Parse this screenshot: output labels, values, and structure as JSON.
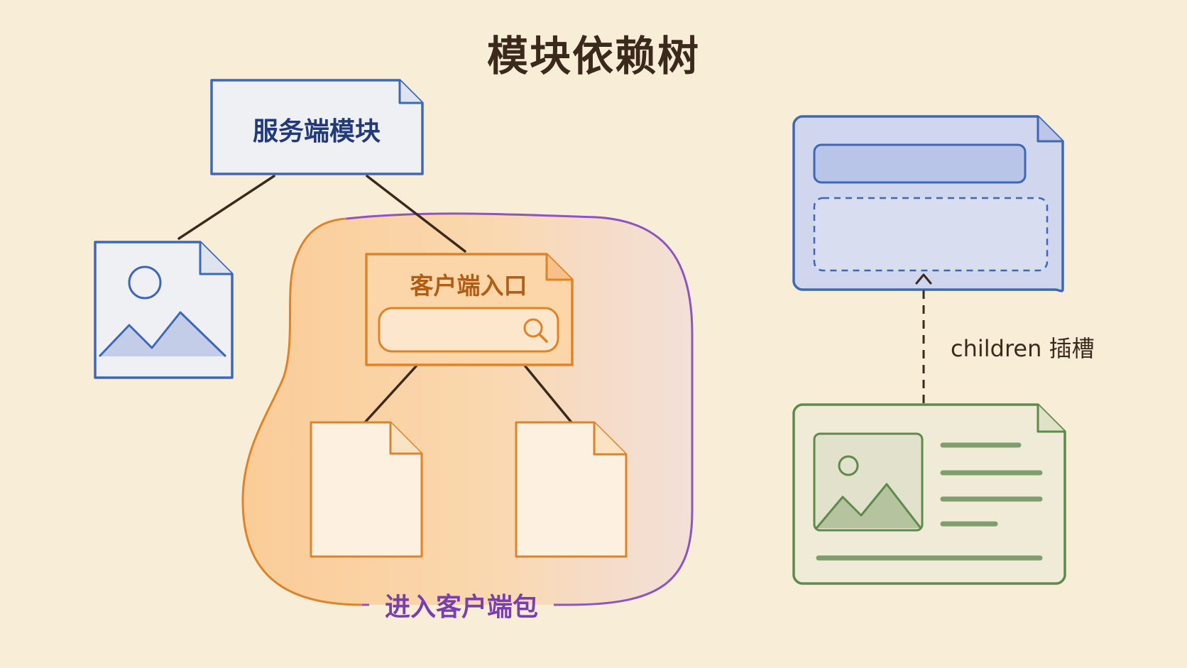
{
  "title": "模块依赖树",
  "server_module": {
    "label": "服务端模块"
  },
  "client_entry": {
    "label": "客户端入口"
  },
  "client_bundle": {
    "label": "进入客户端包"
  },
  "slot": {
    "label": "children 插槽"
  },
  "colors": {
    "background": "#f8eed8",
    "server_blue": "#3f67b8",
    "server_fill": "#eef0f4",
    "client_orange": "#e08228",
    "client_fill": "#fcd6a8",
    "bundle_purple": "#8c55c0",
    "slot_green": "#5e8a4c",
    "line_dark": "#3b2a1c"
  }
}
